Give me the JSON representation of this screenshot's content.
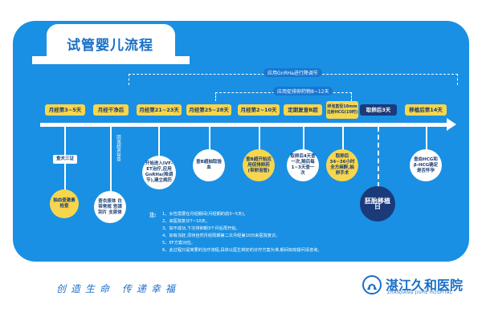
{
  "title": "试管婴儿流程",
  "brackets": {
    "gnrha": "应用GnRHa进行降调节",
    "ovulation": "应用促排卵药物8~12天"
  },
  "steps": [
    {
      "label": "月经第3~5天",
      "style": "yellow"
    },
    {
      "label": "月经干净后",
      "style": "yellow"
    },
    {
      "label": "月经第21~23天",
      "style": "yellow"
    },
    {
      "label": "月经第25~28天",
      "style": "yellow"
    },
    {
      "label": "月经第2~10天",
      "style": "yellow"
    },
    {
      "label": "定期复查B超",
      "style": "yellow"
    },
    {
      "label": "卵泡直径18mm注射HCG(10时)",
      "style": "yellow"
    },
    {
      "label": "取卵后3天",
      "style": "navy"
    },
    {
      "label": "移植后第14天",
      "style": "yellow"
    }
  ],
  "below": {
    "check_tag": "查夫三证",
    "check_circle": "抽血查激素检查",
    "clean_circle": "查衣原体 白带常规 宫颈刮片 支原体",
    "clean_vert": "阴道超声探查",
    "c3": "开始进入IVF-ET治疗,应用GnRHa(降调节),建立病历",
    "c4": "查B超抽取验血",
    "c5": "查B超开始应用促排卵药(带卵泡管)",
    "c6": "取卵后4天查一次,随后每1~3天查一次",
    "c7": "取卵后34~36小时全方麻醉,抽卵手术",
    "c8": "胚胎移植日",
    "c9": "查血HCG和β-HCG确定是否怀孕"
  },
  "notes": {
    "label": "注:",
    "items": [
      "1、女性需要在月经期间(月经期的前3~5天)。",
      "2、来医院复诊7~10天。",
      "3、如不成功,下次排卵期3个月后再开始。",
      "4、如有冻胚,须待自然月经周期第二次月经第10日来医院复诊。",
      "5、EF方案对应。",
      "6、此过程只是简要的治疗流程,具体以医生制定的诊疗方案为准,期间如有疑问请咨询。"
    ]
  },
  "footer": {
    "slogan": "创造生命 传递幸福",
    "logo_name": "湛江久和医院",
    "logo_sub": "ZHANJIANG JIUHE HOSPITAL"
  },
  "colors": {
    "panel": "#1990e3",
    "accent": "#f7d64d",
    "navy": "#1b3a7a",
    "brand": "#1a6fc7"
  }
}
